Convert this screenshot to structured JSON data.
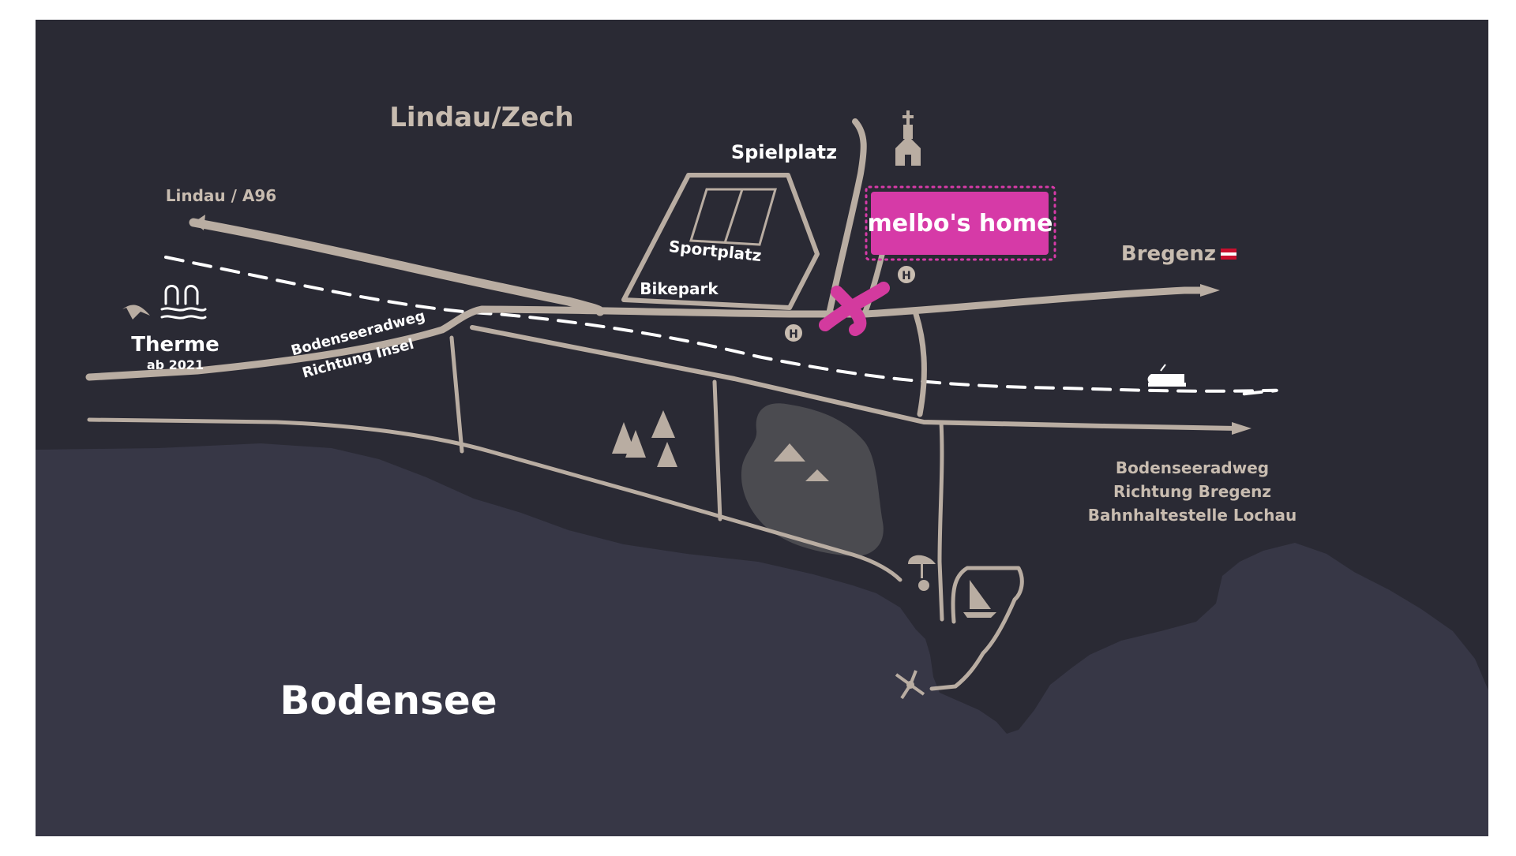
{
  "colors": {
    "page_bg": "#ffffff",
    "land": "#2a2a34",
    "lake": "#373746",
    "camp_area": "#4b4b50",
    "road": "#b9ada2",
    "beige_text": "#c8bcb0",
    "white_text": "#ffffff",
    "rail_dash": "#ffffff",
    "brand_magenta": "#d63aa7",
    "marker_pink": "#d33a9e"
  },
  "labels": {
    "town": "Lindau/Zech",
    "playground": "Spielplatz",
    "to_lindau": "Lindau / A96",
    "sports_field": "Sportplatz",
    "bikepark": "Bikepark",
    "to_bregenz": "Bregenz",
    "spa": "Therme",
    "spa_note": "ab 2021",
    "bike_path_line1": "Bodenseeradweg",
    "bike_path_line2": "Richtung Insel",
    "bike_path_east_line1": "Bodenseeradweg",
    "bike_path_east_line2": "Richtung Bregenz",
    "bike_path_east_line3": "Bahnhaltestelle Lochau",
    "lake": "Bodensee",
    "home": "melbo's home",
    "bus_stop_letter": "H"
  },
  "icons": {
    "church": "church-icon",
    "spa": "swimming-pool-icon",
    "train": "train-icon",
    "forest": "tree-icon",
    "camping": "tent-icon",
    "beach": "beach-umbrella-icon",
    "sailing": "sailboat-icon",
    "mill": "windmill-icon",
    "flag": "austria-flag-icon",
    "home_marker": "cross-marker-icon",
    "bus_stop": "bus-stop-icon"
  }
}
